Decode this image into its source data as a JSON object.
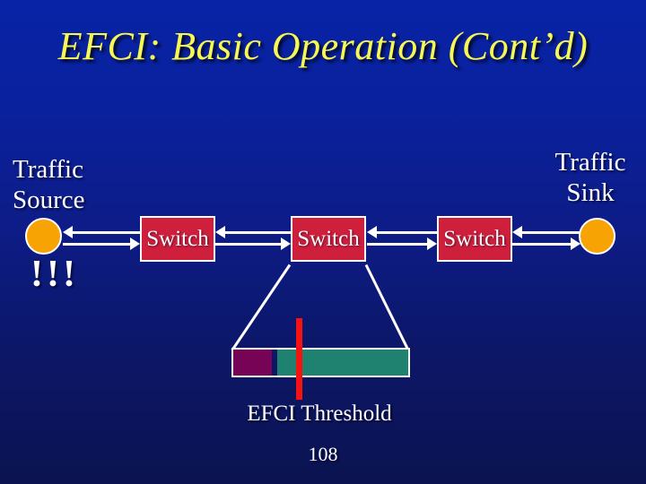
{
  "slide": {
    "title": "EFCI: Basic Operation (Cont’d)",
    "page_number": "108"
  },
  "nodes": {
    "source_line1": "Traffic",
    "source_line2": "Source",
    "sink_line1": "Traffic",
    "sink_line2": "Sink",
    "congestion_marks": "!!!"
  },
  "switches": [
    {
      "label": "Switch"
    },
    {
      "label": "Switch"
    },
    {
      "label": "Switch"
    }
  ],
  "buffer": {
    "threshold_label": "EFCI Threshold"
  },
  "colors": {
    "background_top": "#0823a6",
    "background_mid": "#0d1c86",
    "background_bottom": "#0b1350",
    "title_yellow": "#f8f852",
    "switch_red": "#ce1f3c",
    "node_orange": "#f6a303",
    "buffer_maroon": "#770356",
    "buffer_teal": "#1f8170",
    "threshold_red": "#f71212",
    "text_white": "#ffffff"
  }
}
